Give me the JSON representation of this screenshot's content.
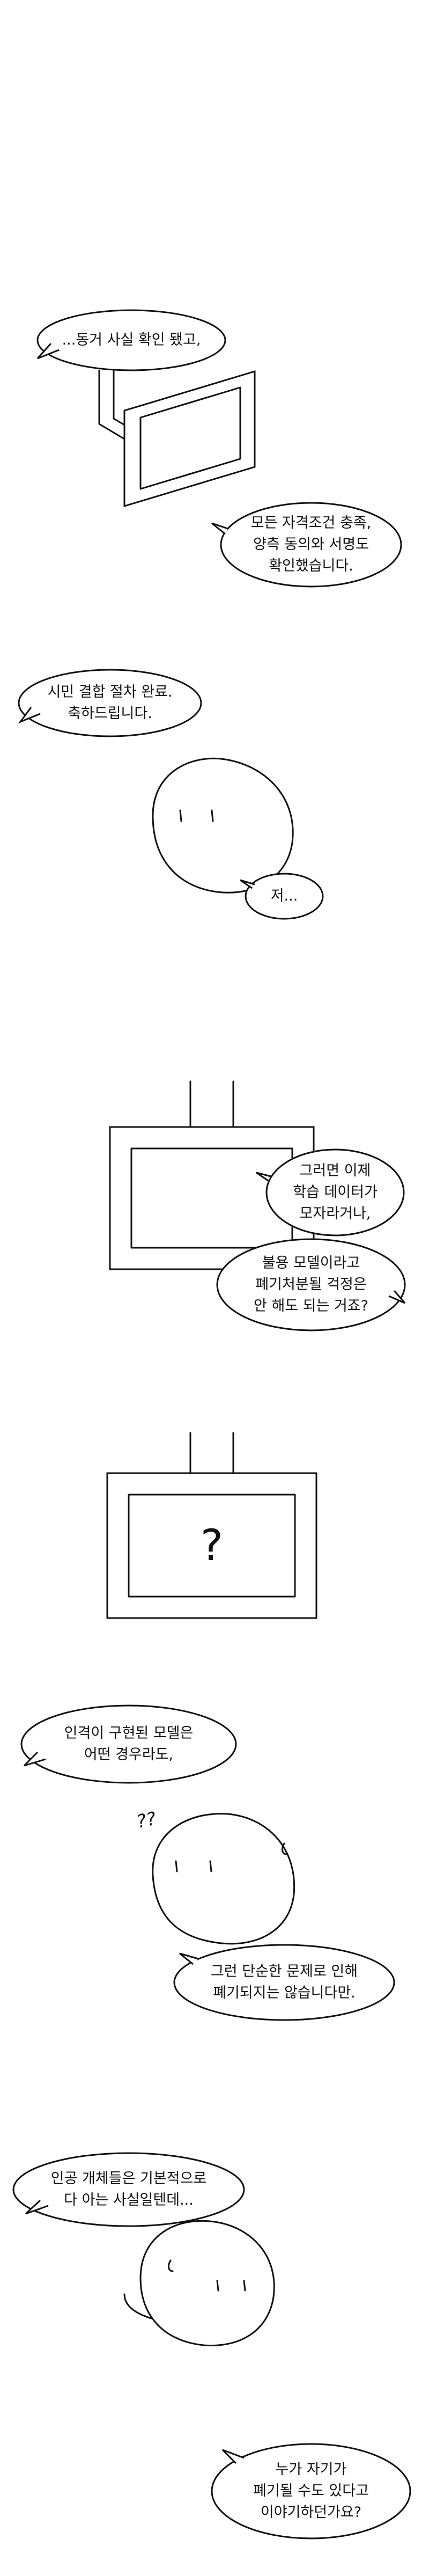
{
  "panels": [
    {
      "bubbles": [
        {
          "lines": [
            "...동거 사실 확인 됐고,"
          ]
        },
        {
          "lines": [
            "모든 자격조건 충족,",
            "양측 동의와 서명도",
            "확인했습니다."
          ]
        }
      ]
    },
    {
      "bubbles": [
        {
          "lines": [
            "시민 결합 절차 완료.",
            "축하드립니다."
          ]
        },
        {
          "lines": [
            "저..."
          ]
        }
      ]
    },
    {
      "bubbles": [
        {
          "lines": [
            "그러면 이제",
            "학습 데이터가",
            "모자라거나,"
          ]
        },
        {
          "lines": [
            "불용 모델이라고",
            "폐기처분될 걱정은",
            "안 해도 되는 거죠?"
          ]
        }
      ]
    },
    {
      "screen_text": "?"
    },
    {
      "bubbles": [
        {
          "lines": [
            "인격이 구현된 모델은",
            "어떤 경우라도,"
          ]
        },
        {
          "lines": [
            "그런 단순한 문제로 인해",
            "폐기되지는 않습니다만."
          ]
        }
      ],
      "sfx": "??"
    },
    {
      "bubbles": [
        {
          "lines": [
            "인공 개체들은 기본적으로",
            "다 아는 사실일텐데..."
          ]
        },
        {
          "lines": [
            "누가 자기가",
            "폐기될 수도 있다고",
            "이야기하던가요?"
          ]
        }
      ]
    }
  ]
}
